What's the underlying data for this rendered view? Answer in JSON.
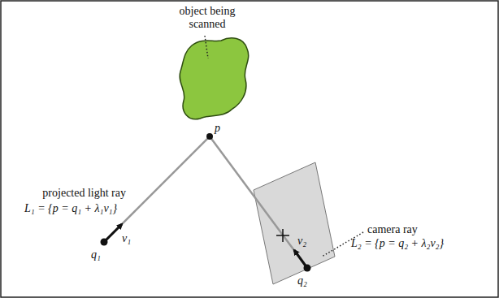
{
  "diagram": {
    "labels": [
      "object being scanned",
      "p",
      "projected light ray",
      "L₁ = {p = q₁ + λ₁v₁}",
      "v₁",
      "q₁",
      "v₂",
      "camera ray",
      "L₂ = {p = q₂ + λ₂v₂}",
      "q₂"
    ]
  }
}
